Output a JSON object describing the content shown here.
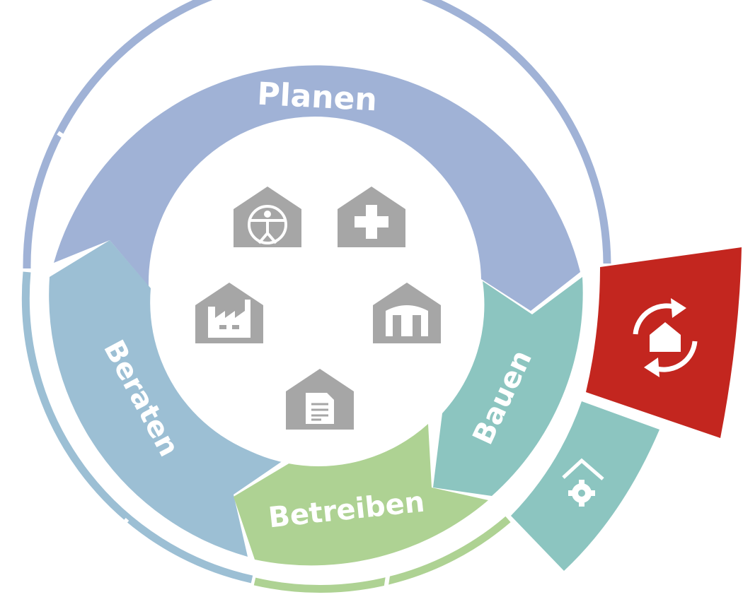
{
  "phases": {
    "planen": "Planen",
    "beraten": "Beraten",
    "bauen": "Bauen",
    "betreiben": "Betreiben"
  },
  "icons": {
    "culture": "vitruvian-man-house-icon",
    "health": "medical-cross-house-icon",
    "industry": "factory-house-icon",
    "museum": "column-building-house-icon",
    "documents": "document-house-icon",
    "renovation": "house-refresh-icon",
    "facility": "house-gear-icon"
  },
  "colors": {
    "planen": "#a0b2d6",
    "beraten": "#9cbfd4",
    "bauen": "#8cc5c0",
    "betreiben": "#aed293",
    "renovation": "#c3261f",
    "facility": "#8cc5c0",
    "icons": "#a6a6a6"
  }
}
